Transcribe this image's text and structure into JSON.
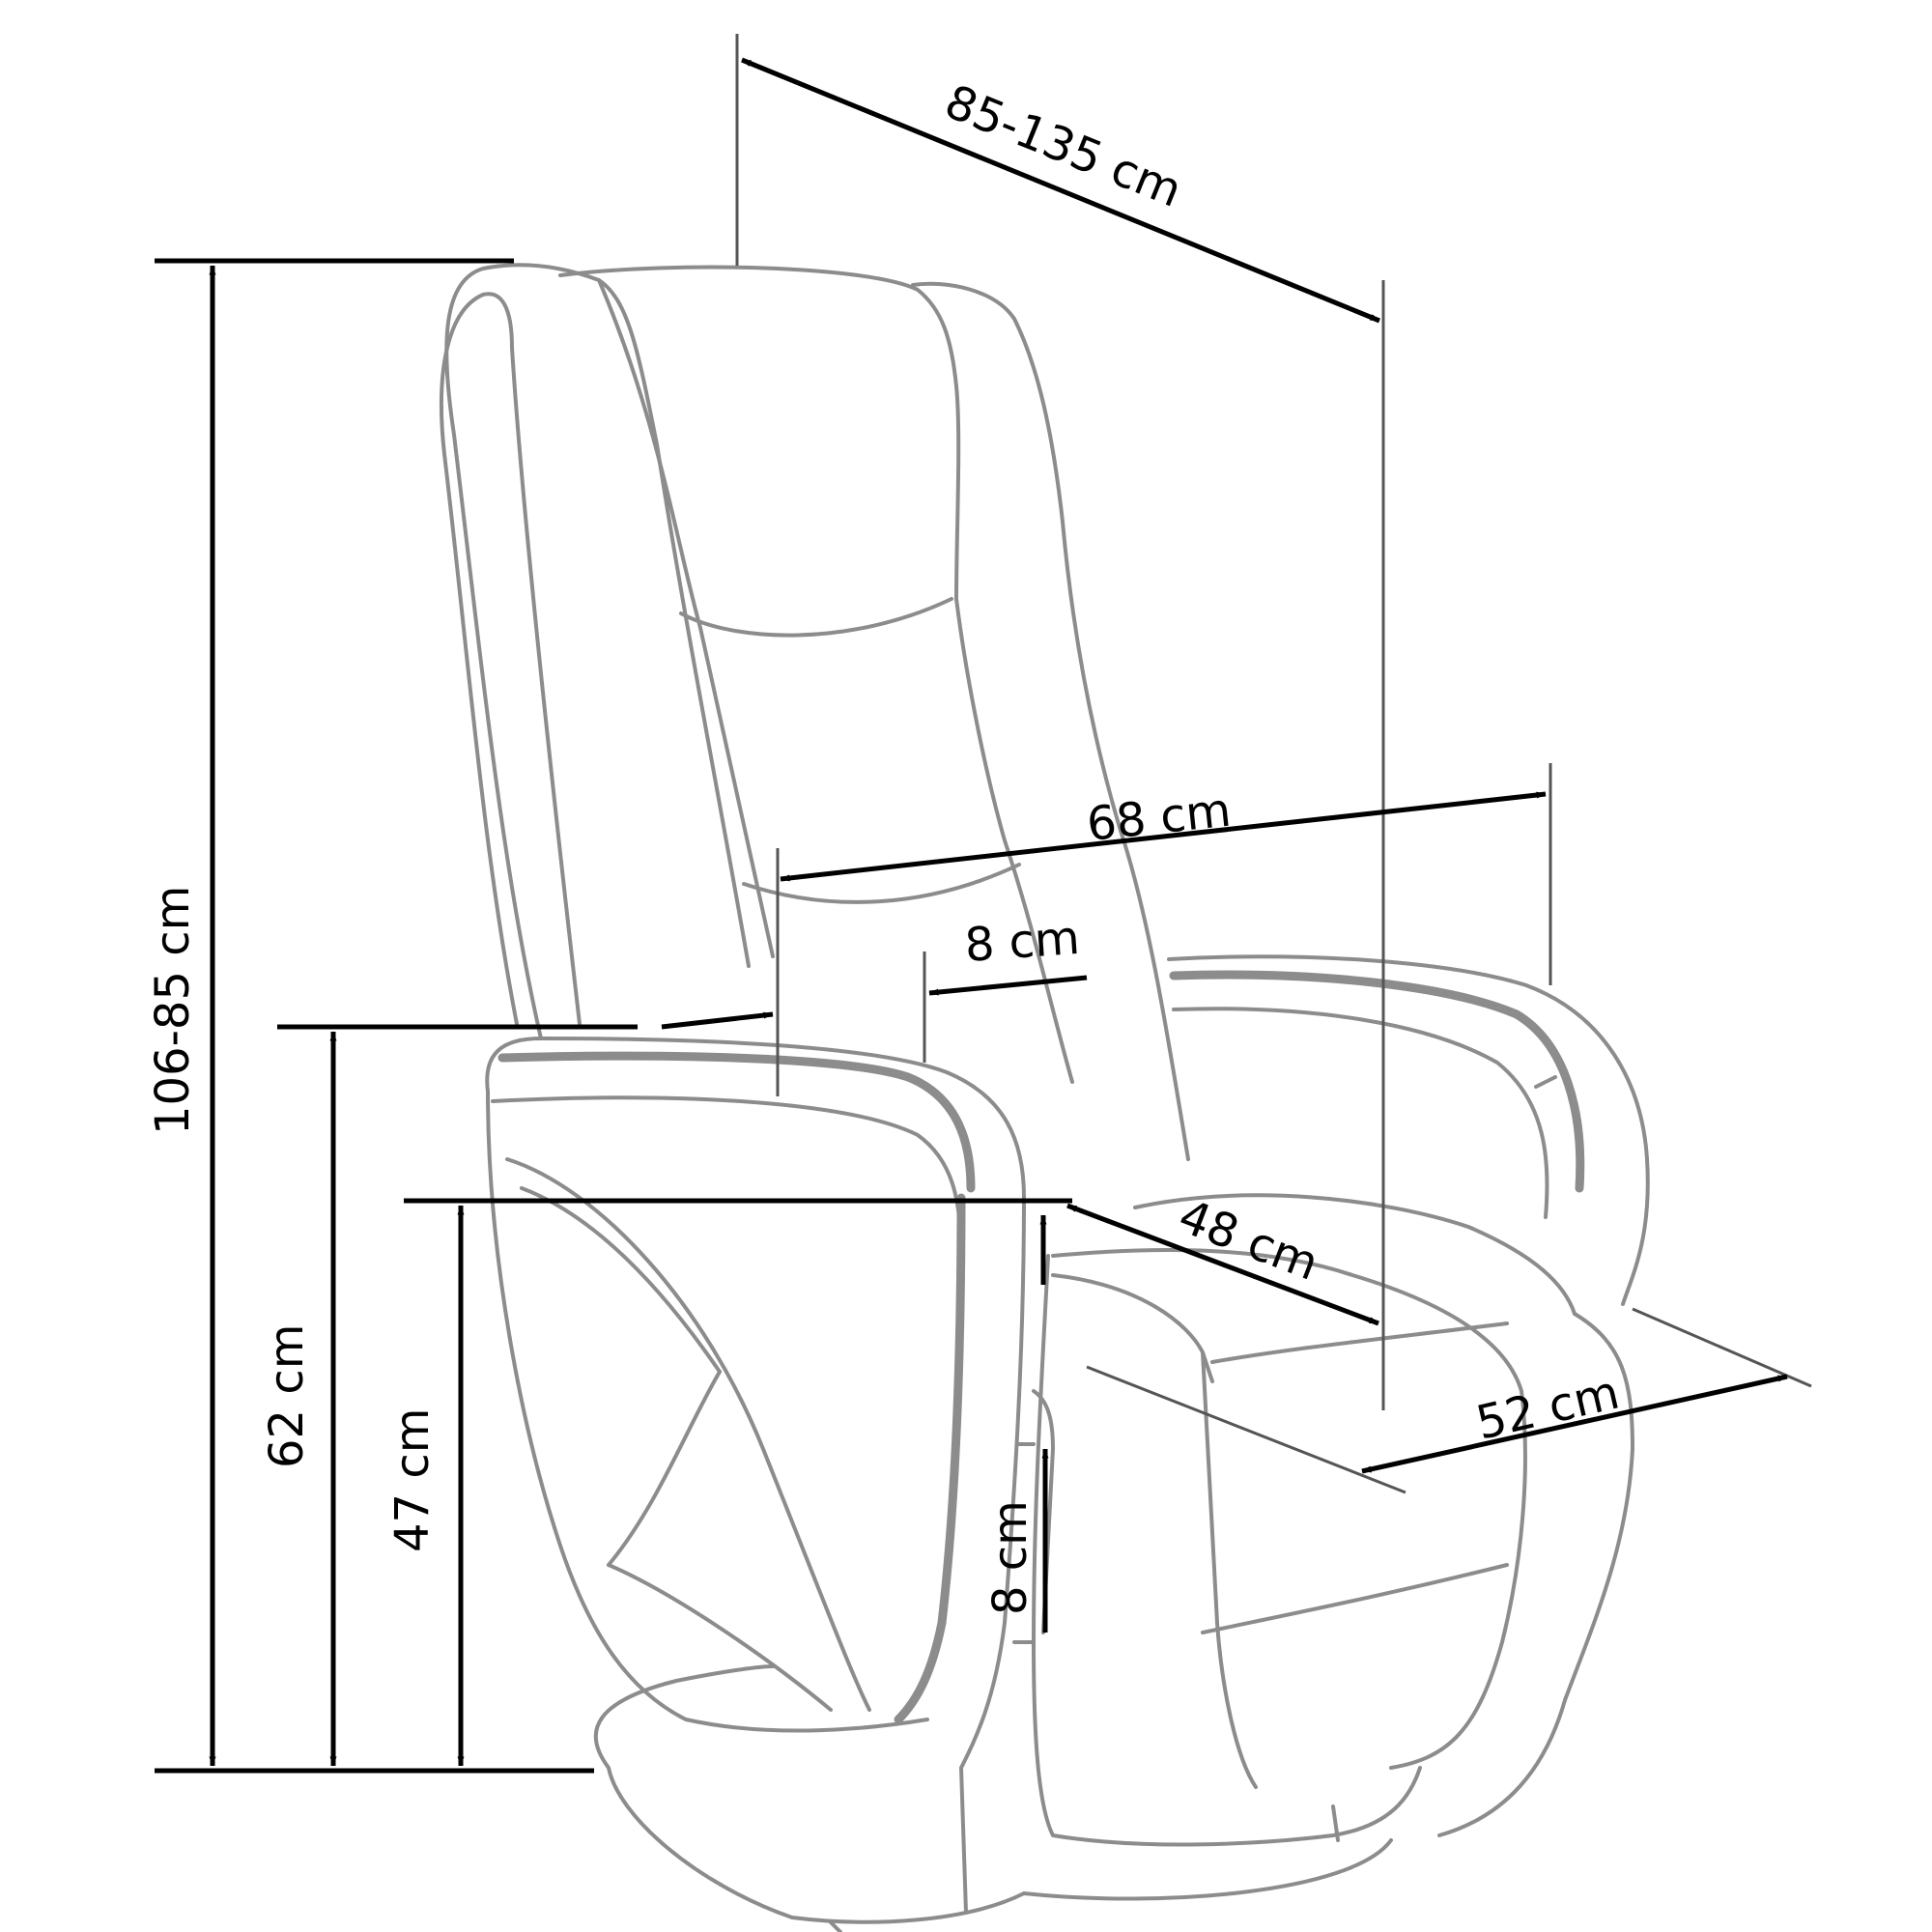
{
  "diagram": {
    "subject": "Recliner armchair dimension drawing",
    "line_color": "#8c8c8c",
    "dimension_color": "#000000",
    "dimensions": {
      "depth_range": "85-135 cm",
      "height_range": "106-85 cm",
      "width": "68 cm",
      "armrest_width": "8 cm",
      "seat_depth": "48 cm",
      "seat_width": "52 cm",
      "armrest_height": "62 cm",
      "seat_height": "47 cm",
      "seat_cushion_thickness": "8 cm"
    }
  }
}
